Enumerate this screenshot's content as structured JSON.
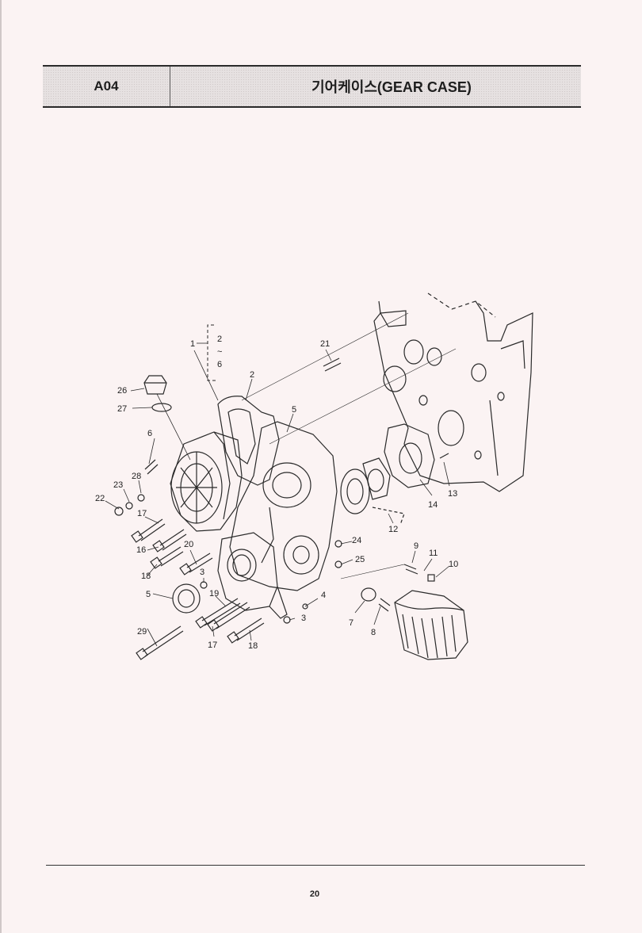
{
  "header": {
    "code": "A04",
    "title": "기어케이스(GEAR CASE)"
  },
  "diagram": {
    "callouts": {
      "c1": "1",
      "c2a": "2",
      "c2b": "2",
      "tilde": "~",
      "c6a": "6",
      "c3a": "3",
      "c3b": "3",
      "c4": "4",
      "c5a": "5",
      "c5b": "5",
      "c6b": "6",
      "c7": "7",
      "c8": "8",
      "c9": "9",
      "c10": "10",
      "c11": "11",
      "c12": "12",
      "c13": "13",
      "c14": "14",
      "c16": "16",
      "c17a": "17",
      "c17b": "17",
      "c18a": "18",
      "c18b": "18",
      "c19": "19",
      "c20": "20",
      "c21": "21",
      "c22": "22",
      "c23": "23",
      "c24": "24",
      "c25": "25",
      "c26": "26",
      "c27": "27",
      "c28": "28",
      "c29": "29"
    }
  },
  "footer": {
    "page_number": "20"
  }
}
